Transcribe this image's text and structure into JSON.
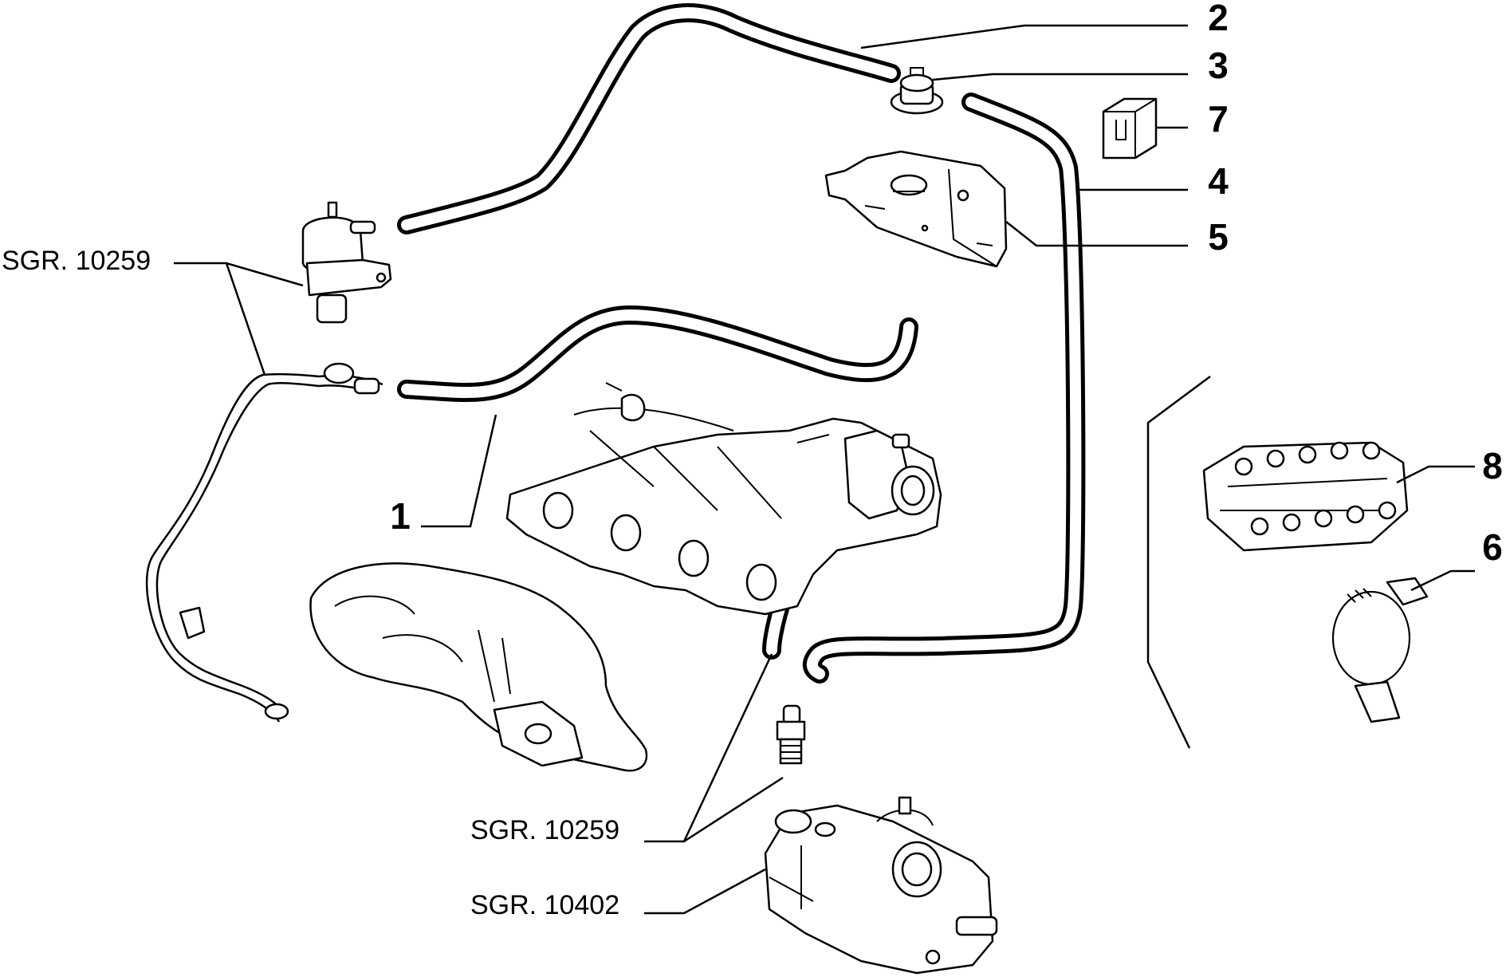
{
  "labels": {
    "n1": "1",
    "n2": "2",
    "n3": "3",
    "n4": "4",
    "n5": "5",
    "n6": "6",
    "n7": "7",
    "n8": "8"
  },
  "refs": {
    "sgr_left": "SGR. 10259",
    "sgr_bottom": "SGR. 10259",
    "sgr_thermostat": "SGR. 10402"
  }
}
